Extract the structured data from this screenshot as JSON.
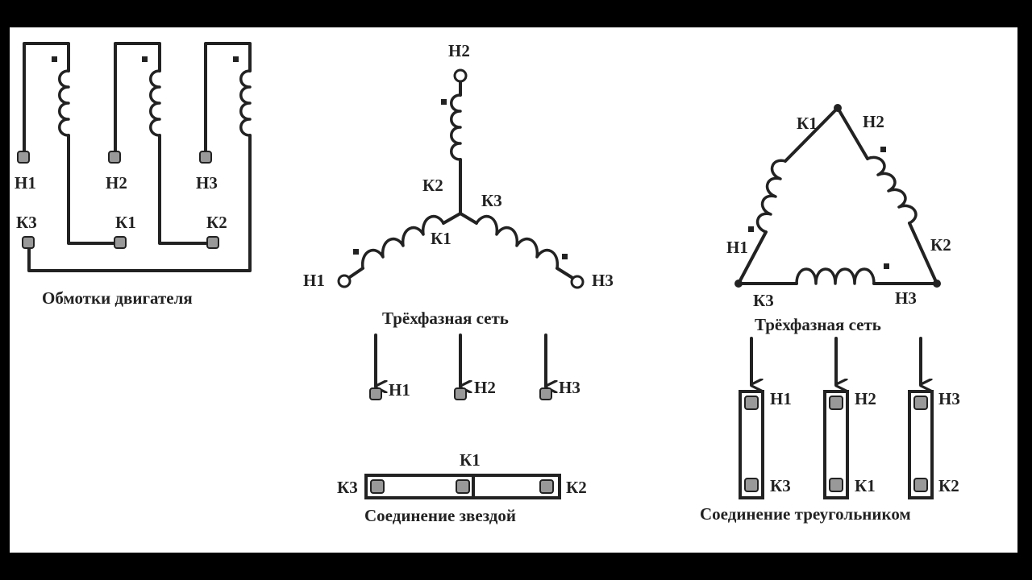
{
  "windings_diagram": {
    "caption": "Обмотки двигателя",
    "start_labels": [
      "Н1",
      "Н2",
      "Н3"
    ],
    "end_labels": [
      "К3",
      "К1",
      "К2"
    ]
  },
  "star_diagram": {
    "labels": {
      "top": "Н2",
      "top_inner": "К2",
      "right_inner": "К3",
      "center": "К1",
      "left": "Н1",
      "right": "Н3"
    },
    "network_caption": "Трёхфазная сеть",
    "inputs": [
      "Н1",
      "Н2",
      "Н3"
    ],
    "bar_labels": {
      "left": "К3",
      "middle": "К1",
      "right": "К2"
    },
    "caption": "Соединение звездой"
  },
  "delta_diagram": {
    "labels": {
      "top_left": "К1",
      "top_right": "Н2",
      "left": "Н1",
      "right": "К2",
      "bottom_left": "К3",
      "bottom_right": "Н3"
    },
    "network_caption": "Трёхфазная сеть",
    "columns": [
      {
        "top": "Н1",
        "bottom": "К3"
      },
      {
        "top": "Н2",
        "bottom": "К1"
      },
      {
        "top": "Н3",
        "bottom": "К2"
      }
    ],
    "caption": "Соединение треугольником"
  },
  "icons": {
    "coil": "inductor-coil-icon",
    "terminal": "terminal-screw-icon",
    "arrow": "down-arrow-icon"
  }
}
